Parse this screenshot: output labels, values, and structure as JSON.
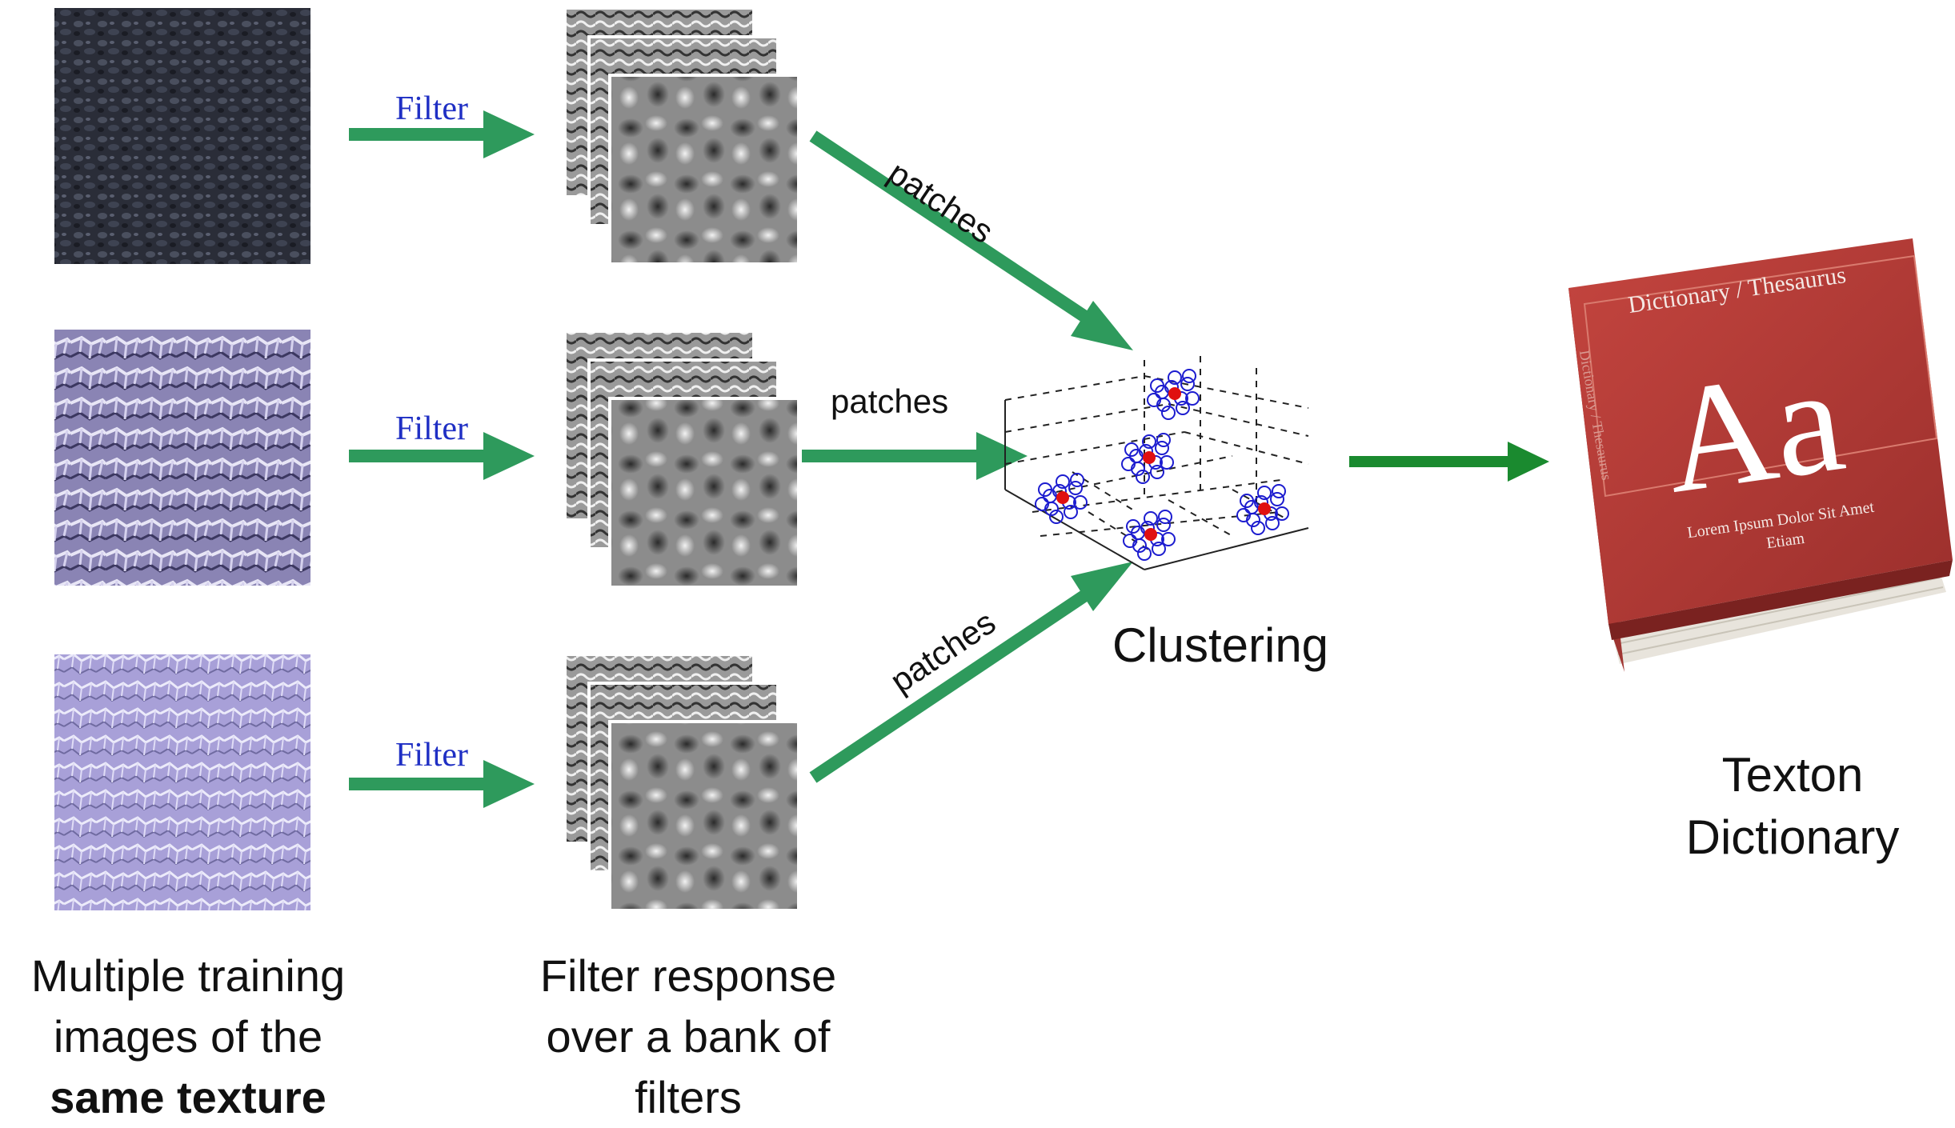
{
  "filter_labels": [
    "Filter",
    "Filter",
    "Filter"
  ],
  "patch_labels": [
    "patches",
    "patches",
    "patches"
  ],
  "clustering_label": "Clustering",
  "texton_label_line1": "Texton",
  "texton_label_line2": "Dictionary",
  "caption_training_line1": "Multiple training",
  "caption_training_line2": "images of the",
  "caption_training_line3": "same texture",
  "caption_filter_line1": "Filter response",
  "caption_filter_line2": "over a bank of",
  "caption_filter_line3": "filters",
  "book": {
    "title": "Dictionary / Thesaurus",
    "glyph": "Aa",
    "subtitle_line1": "Lorem Ipsum Dolor Sit Amet",
    "subtitle_line2": "Etiam",
    "spine_text": "Dictionary / Thesaurus"
  },
  "colors": {
    "arrow": "#2e9a5c",
    "arrow_dark": "#1a8a2f",
    "filter_text": "#1f2fc4",
    "book_red": "#b03a36",
    "cluster_point": "#1c1ccf",
    "cluster_center": "#e01010"
  },
  "icons": [
    "texture-image",
    "filter-response-stack",
    "cluster-plot",
    "dictionary-book-icon"
  ]
}
